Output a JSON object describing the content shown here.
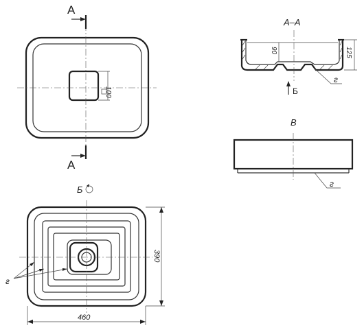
{
  "drawing": {
    "top_view": {
      "section_mark_top": "A",
      "section_mark_bottom": "A",
      "drain_dim": "100"
    },
    "section_aa": {
      "title": "A–A",
      "depth_dim": "90",
      "height_dim": "125",
      "arrow_label": "Б",
      "detail_label": "г"
    },
    "view_v": {
      "title": "В",
      "detail_label": "г"
    },
    "view_b": {
      "title": "Б",
      "width_dim": "460",
      "height_dim": "390",
      "detail_label": "г"
    }
  }
}
